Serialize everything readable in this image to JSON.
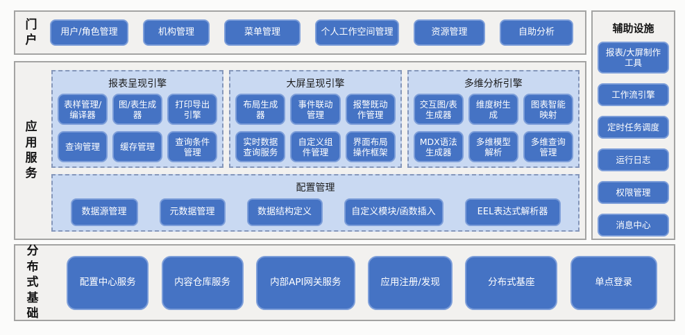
{
  "colors": {
    "node_fill": "#4573c4",
    "node_border": "#7d9ed9",
    "panel_fill": "#c9d9f2",
    "panel_border": "#8496ba",
    "section_fill": "#f2f1ef",
    "section_border": "#a3a3a2"
  },
  "portal": {
    "label": "门户",
    "items": [
      "用户/角色管理",
      "机构管理",
      "菜单管理",
      "个人工作空间管理",
      "资源管理",
      "自助分析"
    ]
  },
  "app_services": {
    "label": "应用服务",
    "engines": [
      {
        "title": "报表呈现引擎",
        "items": [
          "表样管理/编译器",
          "图/表生成器",
          "打印导出引擎",
          "查询管理",
          "缓存管理",
          "查询条件管理"
        ]
      },
      {
        "title": "大屏呈现引擎",
        "items": [
          "布局生成器",
          "事件联动管理",
          "报警既动作管理",
          "实时数据查询服务",
          "自定义组件管理",
          "界面布局操作框架"
        ]
      },
      {
        "title": "多维分析引擎",
        "items": [
          "交互图/表生成器",
          "维度树生成",
          "图表智能映射",
          "MDX语法生成器",
          "多维模型解析",
          "多维查询管理"
        ]
      }
    ],
    "config": {
      "title": "配置管理",
      "items": [
        "数据源管理",
        "元数据管理",
        "数据结构定义",
        "自定义模块/函数插入",
        "EEL表达式解析器"
      ]
    }
  },
  "auxiliary": {
    "title": "辅助设施",
    "items": [
      "报表/大屏制作工具",
      "工作流引擎",
      "定时任务调度",
      "运行日志",
      "权限管理",
      "消息中心"
    ]
  },
  "foundation": {
    "label": "分布式基础",
    "items": [
      "配置中心服务",
      "内容仓库服务",
      "内部API网关服务",
      "应用注册/发现",
      "分布式基座",
      "单点登录"
    ]
  }
}
